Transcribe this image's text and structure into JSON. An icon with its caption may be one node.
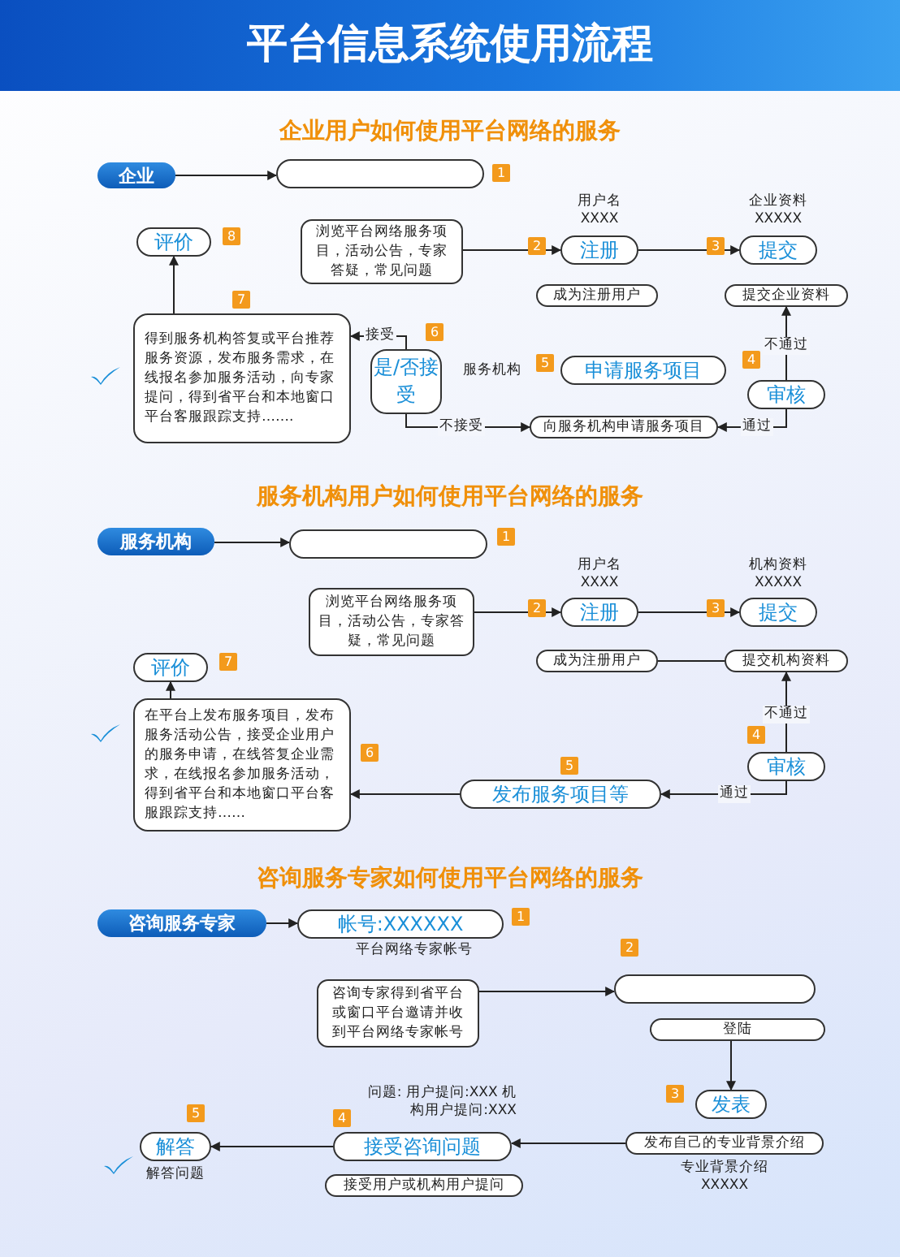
{
  "diagram": {
    "title": "平台信息系统使用流程",
    "nodes": [
      {
        "text": [
          "企业"
        ]
      },
      {
        "text": [],
        "shape": "box",
        "beside": [
          "1"
        ]
      },
      {
        "text": [
          "浏览平台网络服务项目，活动公告，专家答疑，常见问题"
        ]
      },
      {
        "text": [
          "注册"
        ],
        "beside": [
          "用户名 XXXX",
          "2"
        ]
      },
      {
        "text": [
          "提交"
        ],
        "beside": [
          "企业资料 XXXXX",
          "3"
        ]
      },
      {
        "text": [
          "成为注册用户"
        ]
      },
      {
        "text": [
          "提交企业资料"
        ]
      },
      {
        "text": [
          "评价"
        ],
        "beside": [
          "8"
        ]
      },
      {
        "text": [
          "得到服务机构答复或平台推荐服务资源，发布服务需求，在线报名参加服务活动，向专家提问，得到省平台和本地窗口平台客服跟踪支持……."
        ],
        "beside": [
          "7"
        ]
      },
      {
        "text": [
          "是/否接受"
        ],
        "beside": [
          "6"
        ]
      },
      {
        "text": [
          "申请服务项目"
        ],
        "beside": [
          "服务机构",
          "5"
        ]
      },
      {
        "text": [
          "审核"
        ],
        "beside": [
          "4"
        ]
      },
      {
        "text": [
          "向服务机构申请服务项目"
        ]
      },
      {
        "text": [
          "服务机构"
        ]
      },
      {
        "text": [],
        "shape": "box",
        "beside": [
          "1"
        ]
      },
      {
        "text": [
          "浏览平台网络服务项目，活动公告，专家答疑，常见问题"
        ]
      },
      {
        "text": [
          "注册"
        ],
        "beside": [
          "用户名 XXXX",
          "2"
        ]
      },
      {
        "text": [
          "提交"
        ],
        "beside": [
          "机构资料 XXXXX",
          "3"
        ]
      },
      {
        "text": [
          "成为注册用户"
        ]
      },
      {
        "text": [
          "提交机构资料"
        ]
      },
      {
        "text": [
          "评价"
        ],
        "beside": [
          "7"
        ]
      },
      {
        "text": [
          "在平台上发布服务项目，发布服务活动公告，接受企业用户的服务申请，在线答复企业需求，在线报名参加服务活动，得到省平台和本地窗口平台客服跟踪支持……"
        ],
        "beside": [
          "6"
        ]
      },
      {
        "text": [
          "审核"
        ],
        "beside": [
          "4"
        ]
      },
      {
        "text": [
          "发布服务项目等"
        ],
        "beside": [
          "5"
        ]
      },
      {
        "text": [
          "咨询服务专家"
        ]
      },
      {
        "text": [
          "帐号:XXXXXX"
        ],
        "beside": [
          "平台网络专家帐号",
          "1"
        ]
      },
      {
        "text": [
          "咨询专家得到省平台或窗口平台邀请并收到平台网络专家帐号"
        ]
      },
      {
        "text": [],
        "shape": "box",
        "beside": [
          "2"
        ]
      },
      {
        "text": [
          "登陆"
        ]
      },
      {
        "text": [
          "发表"
        ],
        "beside": [
          "3"
        ]
      },
      {
        "text": [
          "发布自己的专业背景介绍"
        ],
        "beside": [
          "专业背景介绍 XXXXX"
        ]
      },
      {
        "text": [
          "接受咨询问题"
        ],
        "beside": [
          "问题: 用户提问:XXX 机构用户提问:XXX",
          "4"
        ]
      },
      {
        "text": [
          "接受用户或机构用户提问"
        ]
      },
      {
        "text": [
          "解答"
        ],
        "beside": [
          "5",
          "解答问题"
        ]
      }
    ],
    "edges": [
      {
        "from": 0,
        "to": 1,
        "arrow": "to"
      },
      {
        "from": 2,
        "to": 3,
        "arrow": "to"
      },
      {
        "from": 3,
        "to": 4,
        "arrow": "to"
      },
      {
        "from": 11,
        "to": 6,
        "arrow": "to",
        "label": "不通过"
      },
      {
        "from": 11,
        "to": 12,
        "arrow": "to",
        "label": "通过"
      },
      {
        "from": 9,
        "to": 8,
        "arrow": "to",
        "label": "接受"
      },
      {
        "from": 9,
        "to": 12,
        "arrow": "to",
        "label": "不接受"
      },
      {
        "from": 8,
        "to": 7,
        "arrow": "to"
      },
      {
        "from": 13,
        "to": 14,
        "arrow": "to"
      },
      {
        "from": 15,
        "to": 16,
        "arrow": "to"
      },
      {
        "from": 16,
        "to": 17,
        "arrow": "to"
      },
      {
        "from": 18,
        "to": 19,
        "arrow": "none"
      },
      {
        "from": 22,
        "to": 19,
        "arrow": "to",
        "label": "不通过"
      },
      {
        "from": 22,
        "to": 23,
        "arrow": "to",
        "label": "通过"
      },
      {
        "from": 23,
        "to": 21,
        "arrow": "to"
      },
      {
        "from": 21,
        "to": 20,
        "arrow": "to"
      },
      {
        "from": 24,
        "to": 25,
        "arrow": "to"
      },
      {
        "from": 26,
        "to": 27,
        "arrow": "to"
      },
      {
        "from": 28,
        "to": 29,
        "arrow": "to"
      },
      {
        "from": 30,
        "to": 31,
        "arrow": "to"
      },
      {
        "from": 31,
        "to": 33,
        "arrow": "to"
      }
    ],
    "labels": [
      "企业用户如何使用平台网络的服务",
      "服务机构用户如何使用平台网络的服务",
      "咨询服务专家如何使用平台网络的服务"
    ]
  }
}
